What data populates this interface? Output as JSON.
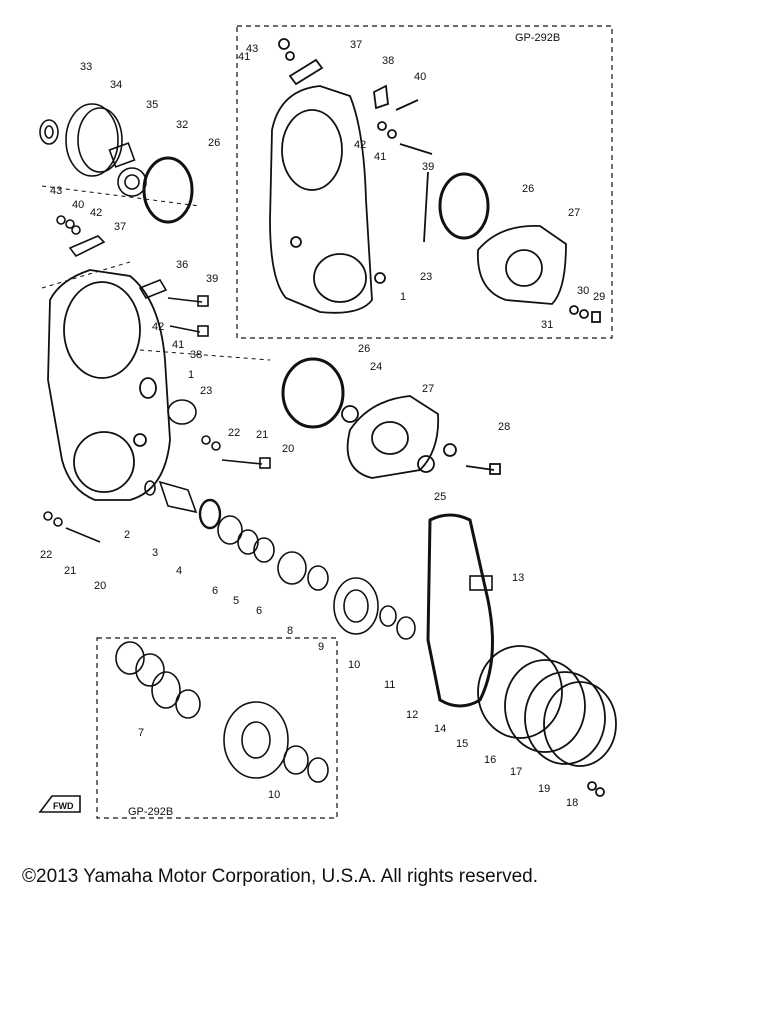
{
  "diagram": {
    "inset_top_code": "GP-292B",
    "inset_bottom_code": "GP-292B",
    "fwd_label": "FWD",
    "callouts": [
      "1",
      "1",
      "2",
      "3",
      "4",
      "5",
      "6",
      "6",
      "7",
      "8",
      "9",
      "10",
      "10",
      "11",
      "12",
      "13",
      "14",
      "15",
      "16",
      "17",
      "18",
      "19",
      "20",
      "20",
      "21",
      "21",
      "22",
      "22",
      "23",
      "23",
      "24",
      "25",
      "26",
      "26",
      "26",
      "27",
      "27",
      "28",
      "29",
      "30",
      "31",
      "32",
      "33",
      "34",
      "35",
      "36",
      "37",
      "37",
      "38",
      "38",
      "39",
      "39",
      "40",
      "40",
      "41",
      "41",
      "41",
      "42",
      "42",
      "42",
      "43",
      "43"
    ]
  },
  "footer": {
    "copyright": "©2013 Yamaha Motor Corporation, U.S.A. All rights reserved."
  },
  "colors": {
    "ink": "#111111",
    "background": "#ffffff"
  }
}
